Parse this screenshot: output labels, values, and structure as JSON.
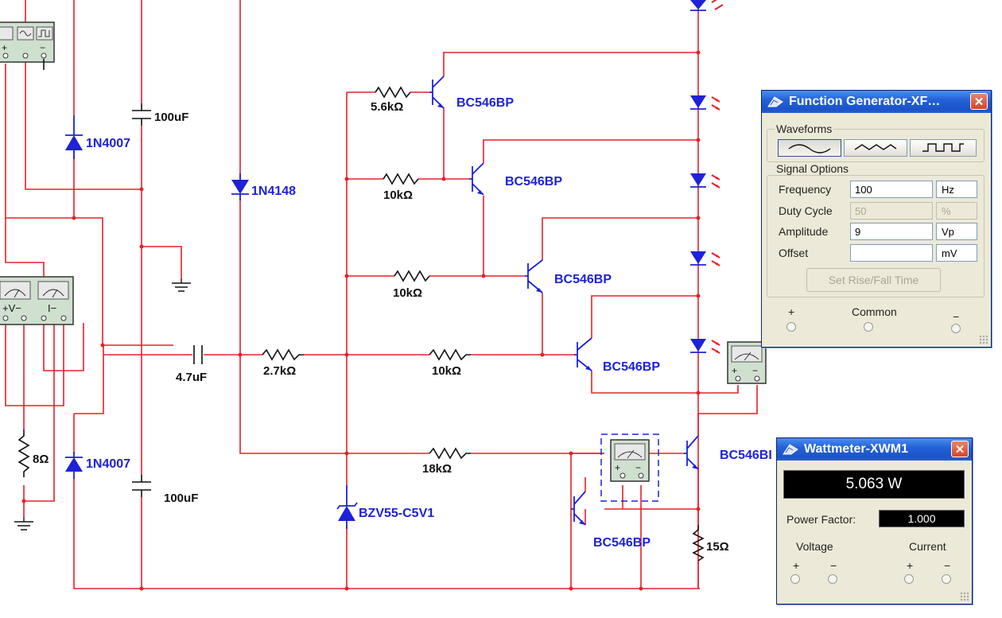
{
  "schematic": {
    "labels": {
      "d1": "1N4007",
      "d2": "1N4007",
      "d3": "1N4148",
      "c1": "100uF",
      "c2": "100uF",
      "c3": "4.7uF",
      "r1": "5.6kΩ",
      "r2": "10kΩ",
      "r3": "10kΩ",
      "r4": "2.7kΩ",
      "r5": "10kΩ",
      "r6": "18kΩ",
      "r7": "8Ω",
      "r8": "15Ω",
      "q1": "BC546BP",
      "q2": "BC546BP",
      "q3": "BC546BP",
      "q4": "BC546BP",
      "q5": "BC546BP",
      "q6": "BC546BI",
      "z1": "BZV55-C5V1"
    },
    "meter_labels": {
      "v_plus": "+V−",
      "i_minus": "I−"
    }
  },
  "function_generator": {
    "title": "Function Generator-XF…",
    "close": "✕",
    "waveforms_title": "Waveforms",
    "signal_title": "Signal Options",
    "rows": [
      {
        "label": "Frequency",
        "value": "100",
        "unit": "Hz",
        "disabled": false
      },
      {
        "label": "Duty Cycle",
        "value": "50",
        "unit": "%",
        "disabled": true
      },
      {
        "label": "Amplitude",
        "value": "9",
        "unit": "Vp",
        "disabled": false
      },
      {
        "label": "Offset",
        "value": "",
        "unit": "mV",
        "disabled": false
      }
    ],
    "set_rise_fall": "Set Rise/Fall Time",
    "plus": "+",
    "common": "Common",
    "minus": "−"
  },
  "wattmeter": {
    "title": "Wattmeter-XWM1",
    "close": "✕",
    "reading": "5.063 W",
    "power_factor_label": "Power Factor:",
    "power_factor_value": "1.000",
    "voltage": "Voltage",
    "current": "Current",
    "plus": "+",
    "minus": "−"
  }
}
